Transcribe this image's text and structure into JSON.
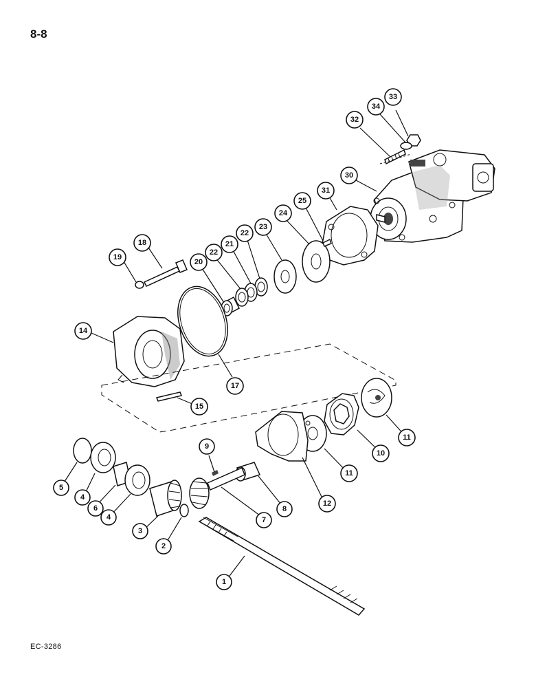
{
  "page_number": "8-8",
  "figure_code": "EC-3286",
  "callouts": {
    "c1": "1",
    "c2": "2",
    "c3": "3",
    "c4a": "4",
    "c4b": "4",
    "c5": "5",
    "c6": "6",
    "c7": "7",
    "c8": "8",
    "c9": "9",
    "c10": "10",
    "c11a": "11",
    "c11b": "11",
    "c12": "12",
    "c14": "14",
    "c15": "15",
    "c17": "17",
    "c18": "18",
    "c19": "19",
    "c20": "20",
    "c21": "21",
    "c22a": "22",
    "c22b": "22",
    "c23": "23",
    "c24": "24",
    "c25": "25",
    "c30": "30",
    "c31": "31",
    "c32": "32",
    "c33": "33",
    "c34": "34"
  }
}
